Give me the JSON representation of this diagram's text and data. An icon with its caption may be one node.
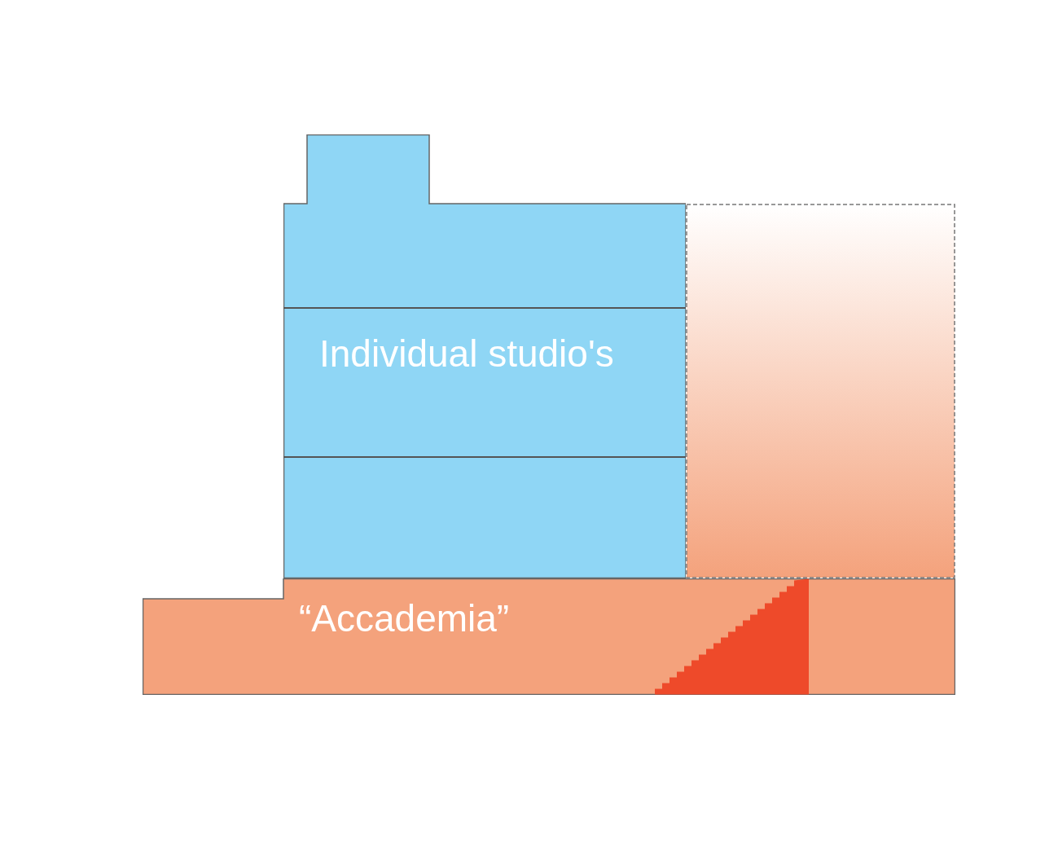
{
  "diagram": {
    "nodes": [
      {
        "text": [
          "Individual studio's"
        ]
      },
      {
        "text": [
          "“Accademia”"
        ]
      },
      {
        "text": [],
        "shape": "box"
      }
    ],
    "edges": []
  }
}
